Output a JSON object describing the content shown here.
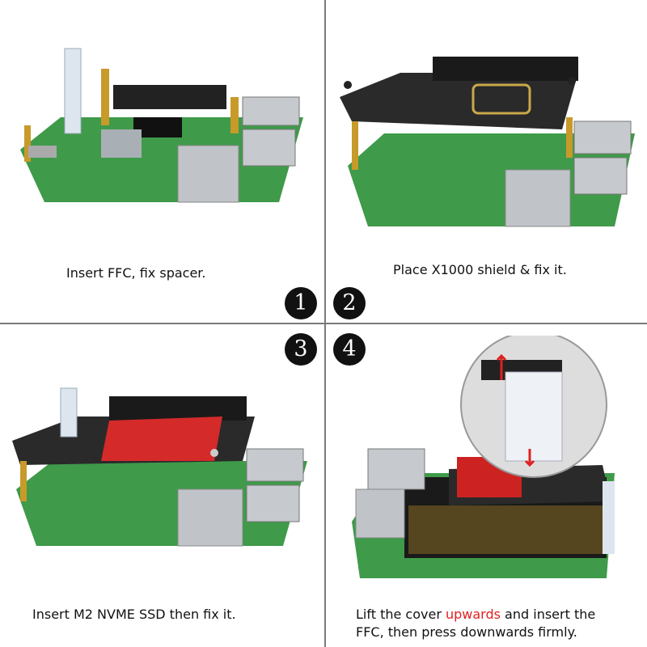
{
  "steps": [
    {
      "number": "1",
      "caption": "Insert FFC, fix spacer."
    },
    {
      "number": "2",
      "caption": "Place X1000 shield & fix it."
    },
    {
      "number": "3",
      "caption": "Insert M2 NVME SSD then fix it."
    },
    {
      "number": "4",
      "caption_before": "Lift the cover ",
      "caption_highlight": "upwards",
      "caption_after": " and insert the",
      "caption_line2": "FFC, then press downwards firmly."
    }
  ],
  "colors": {
    "board": "#3f9a4a",
    "shield": "#2a2a2a",
    "highlight": "#e02020",
    "ssd": "#d42a2a"
  }
}
